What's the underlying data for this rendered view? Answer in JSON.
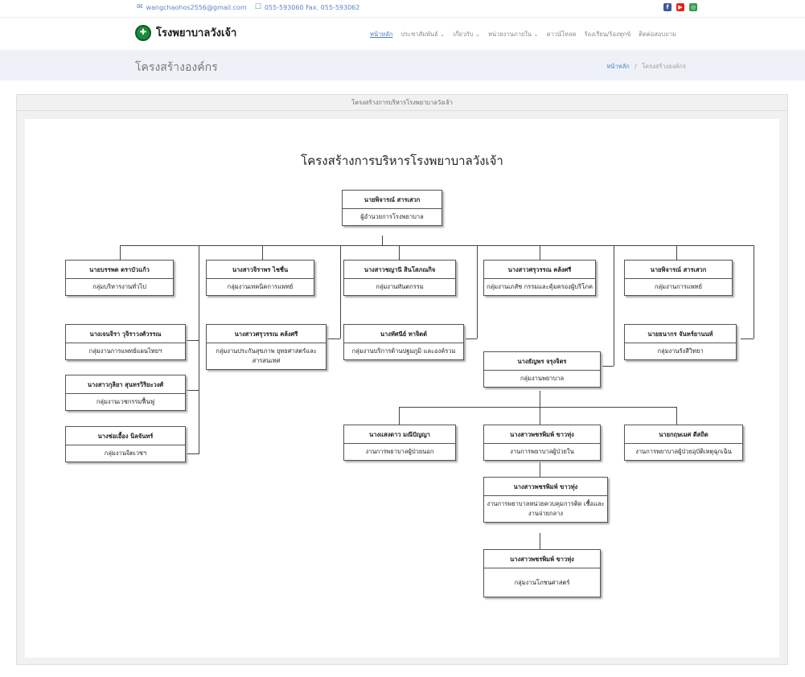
{
  "topbar": {
    "email": "wangchaohos2556@gmail.com",
    "phone": "055-593060 Fax. 055-593062",
    "social": [
      {
        "icon": "facebook-icon",
        "glyph": "f",
        "color": "#3b5998"
      },
      {
        "icon": "youtube-icon",
        "glyph": "▶",
        "color": "#e62117"
      },
      {
        "icon": "web-icon",
        "glyph": "◎",
        "color": "#2e9c4a"
      }
    ]
  },
  "header": {
    "logo_text": "โรงพยาบาลวังเจ้า",
    "nav": [
      "หน้าหลัก",
      "ประชาสัมพันธ์ ⌄",
      "เกี่ยวกับ ⌄",
      "หน่วยงานภายใน ⌄",
      "ดาวน์โหลด",
      "ร้องเรียน/ร้องทุกข์",
      "ติดต่อสอบถาม"
    ]
  },
  "page": {
    "title": "โครงสร้างองค์กร",
    "breadcrumb_home": "หน้าหลัก",
    "breadcrumb_sep": "/",
    "breadcrumb_current": "โครงสร้างองค์กร"
  },
  "panel": {
    "heading": "โครงสร้างการบริหารโรงพยาบาลวังเจ้า"
  },
  "org": {
    "title": "โครงสร้างการบริหารโรงพยาบาลวังเจ้า",
    "director": {
      "name": "นายพิจารณ์ สารเสวก",
      "role": "ผู้อำนวยการโรงพยาบาล"
    },
    "boxes": [
      {
        "name": "นายบรรพต ตราบัวแก้ว",
        "role": "กลุ่มบริหารงานทั่วไป"
      },
      {
        "name": "นางเจนจิรา วุจิราวงศ์วรรณ",
        "role": "กลุ่มงานการแพทย์แผนไทยฯ"
      },
      {
        "name": "นางสาวกุลิยา สุนทรวิริยะวงศ์",
        "role": "กลุ่มงานเวชกรรมฟื้นฟู"
      },
      {
        "name": "นางช่อเอื้อง นิลจันทร์",
        "role": "กลุ่มงานจิตเวชฯ"
      },
      {
        "name": "นางสาวจิราพร ไชชื่น",
        "role": "กลุ่มงานเทคนิคการแพทย์"
      },
      {
        "name": "นางสาวศรุวรรณ คล้งศรี",
        "role": "กลุ่มงานประกันสุขภาพ ยุทธศาสตร์และสารสนเทศ"
      },
      {
        "name": "นางสาวชญานี สินโสภณกิจ",
        "role": "กลุ่มงานทันตกรรม"
      },
      {
        "name": "นางทัศนีย์ ทาจิตต์",
        "role": "กลุ่มงานบริการด้านปฐมภูมิ และองค์รวม"
      },
      {
        "name": "นางสาวศรุวรรณ คล้งศรี",
        "role": "กลุ่มงานเภสัช กรรมและคุ้มครองผู้บริโภค"
      },
      {
        "name": "นายพิจารณ์ สารเสวก",
        "role": "กลุ่มงานการแพทย์"
      },
      {
        "name": "นายธนากร จันทร์ยานนท์",
        "role": "กลุ่มงานรังสีวิทยา"
      },
      {
        "name": "นางธัญพร จรุงจิตร",
        "role": "กลุ่มงานพยาบาล"
      },
      {
        "name": "นางแสงดาว มณีปัญญา",
        "role": "งานการพยาบาลผู้ป่วยนอก"
      },
      {
        "name": "นางสาวพชรพิมพ์ ขาวทุ่ง",
        "role": "งานการพยาบาลผู้ป่วยใน"
      },
      {
        "name": "นายกฤษเมศ ดีสถิต",
        "role": "งานการพยาบาลผู้ป่วยอุบัติเหตุฉุกเฉิน"
      },
      {
        "name": "นางสาวพชรพิมพ์ ขาวทุ่ง",
        "role": "งานการพยาบาลหน่วยควบคุมการติด เชื้อและงานจ่ายกลาง"
      },
      {
        "name": "นางสาวพชรพิมพ์ ขาวทุ่ง",
        "role": "กลุ่มงานโภชนศาสตร์"
      }
    ]
  }
}
